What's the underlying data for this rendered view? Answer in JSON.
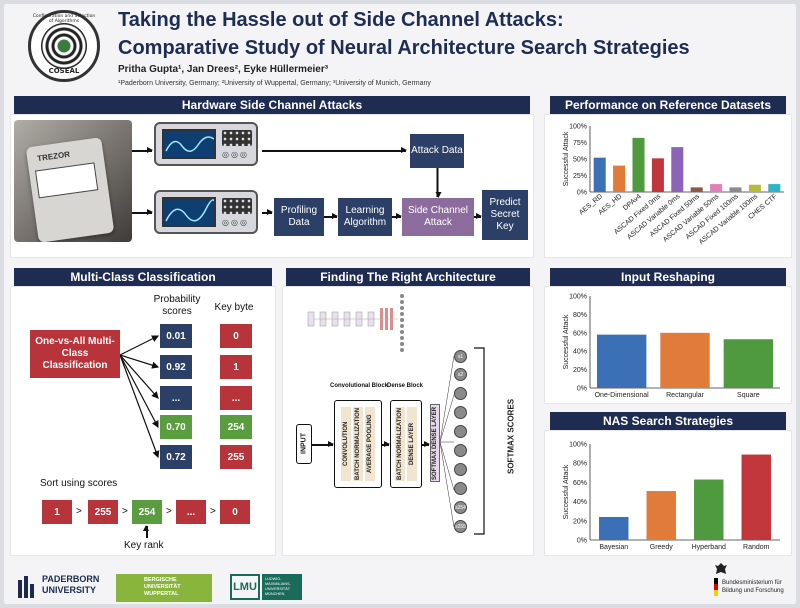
{
  "header": {
    "logo_text": "COSEAL",
    "logo_ring_text": "Configuration and Selection of Algorithms",
    "title_line1": "Taking the Hassle out of Side Channel Attacks:",
    "title_line2": "Comparative Study of Neural Architecture Search Strategies",
    "authors": "Pritha Gupta¹, Jan Drees², Eyke Hüllermeier³",
    "affiliations": "¹Paderborn University, Germany; ²University of Wuppertal, Germany; ³University of Munich, Germany"
  },
  "hardware": {
    "title": "Hardware Side Channel Attacks",
    "device_brand": "TREZOR",
    "nodes": {
      "attack_data": "Attack Data",
      "profiling_data": "Profiling Data",
      "learning_algorithm": "Learning Algorithm",
      "side_channel_attack": "Side Channel Attack",
      "predict_secret_key": "Predict Secret Key"
    }
  },
  "multiclass": {
    "title": "Multi-Class Classification",
    "ova": "One-vs-All Multi-Class Classification",
    "prob_header": "Probability scores",
    "key_header": "Key byte",
    "probs": [
      "0.01",
      "0.92",
      "...",
      "0.70",
      "0.72"
    ],
    "keys": [
      "0",
      "1",
      "...",
      "254",
      "255"
    ],
    "sort_label": "Sort using scores",
    "sorted": [
      "1",
      "255",
      "254",
      "...",
      "0"
    ],
    "key_rank": "Key rank"
  },
  "architecture": {
    "title": "Finding The Right Architecture",
    "input": "INPUT",
    "conv_block": "Convolutional Block",
    "dense_block": "Dense Block",
    "conv_layers": [
      "CONVOLUTION",
      "BATCH NORMALIZATION",
      "AVERAGE POOLING"
    ],
    "dense_layers": [
      "BATCH NORMALIZATION",
      "DENSE LAYER"
    ],
    "softmax_dense": "SOFTMAX DENSE LAYER",
    "softmax_scores": "SOFTMAX SCORES",
    "nodes": [
      "s1",
      "s2",
      "s254",
      "s255"
    ]
  },
  "perf": {
    "title": "Performance on Reference Datasets",
    "chart_data": {
      "type": "bar",
      "ylabel": "Successful Attack",
      "yticks": [
        "0%",
        "25%",
        "50%",
        "75%",
        "100%"
      ],
      "ylim": [
        0,
        100
      ],
      "categories": [
        "AES_RD",
        "AES_HD",
        "DPAv4",
        "ASCAD Fixed 0ms",
        "ASCAD Variable 0ms",
        "ASCAD Fixed 50ms",
        "ASCAD Variable 50ms",
        "ASCAD Fixed 100ms",
        "ASCAD Variable 100ms",
        "CHES CTF"
      ],
      "values": [
        52,
        40,
        82,
        51,
        68,
        7,
        12,
        7,
        11,
        12
      ],
      "colors": [
        "#3b6fb6",
        "#e07b39",
        "#4f9a3f",
        "#c1363a",
        "#8b63b8",
        "#8b5a48",
        "#e07fb8",
        "#8a8a8a",
        "#b8bb3a",
        "#2fb3c6"
      ]
    }
  },
  "reshape": {
    "title": "Input Reshaping",
    "chart_data": {
      "type": "bar",
      "ylabel": "Successful Attack",
      "yticks": [
        "0%",
        "20%",
        "40%",
        "60%",
        "80%",
        "100%"
      ],
      "ylim": [
        0,
        100
      ],
      "categories": [
        "One-Dimensional",
        "Rectangular",
        "Square"
      ],
      "values": [
        58,
        60,
        53
      ],
      "colors": [
        "#3b6fb6",
        "#e07b39",
        "#4f9a3f"
      ]
    }
  },
  "nas": {
    "title": "NAS Search Strategies",
    "chart_data": {
      "type": "bar",
      "ylabel": "Successful Attack",
      "yticks": [
        "0%",
        "20%",
        "40%",
        "60%",
        "80%",
        "100%"
      ],
      "ylim": [
        0,
        100
      ],
      "categories": [
        "Bayesian",
        "Greedy",
        "Hyperband",
        "Random"
      ],
      "values": [
        24,
        51,
        63,
        89
      ],
      "colors": [
        "#3b6fb6",
        "#e07b39",
        "#4f9a3f",
        "#c1363a"
      ]
    }
  },
  "footer": {
    "paderborn": "PADERBORN UNIVERSITY",
    "wuppertal": "BERGISCHE UNIVERSITÄT WUPPERTAL",
    "lmu": "LMU",
    "lmu_sub": "LUDWIG-MAXIMILIANS-UNIVERSITÄT MÜNCHEN",
    "bmbf": "Bundesministerium für Bildung und Forschung"
  }
}
